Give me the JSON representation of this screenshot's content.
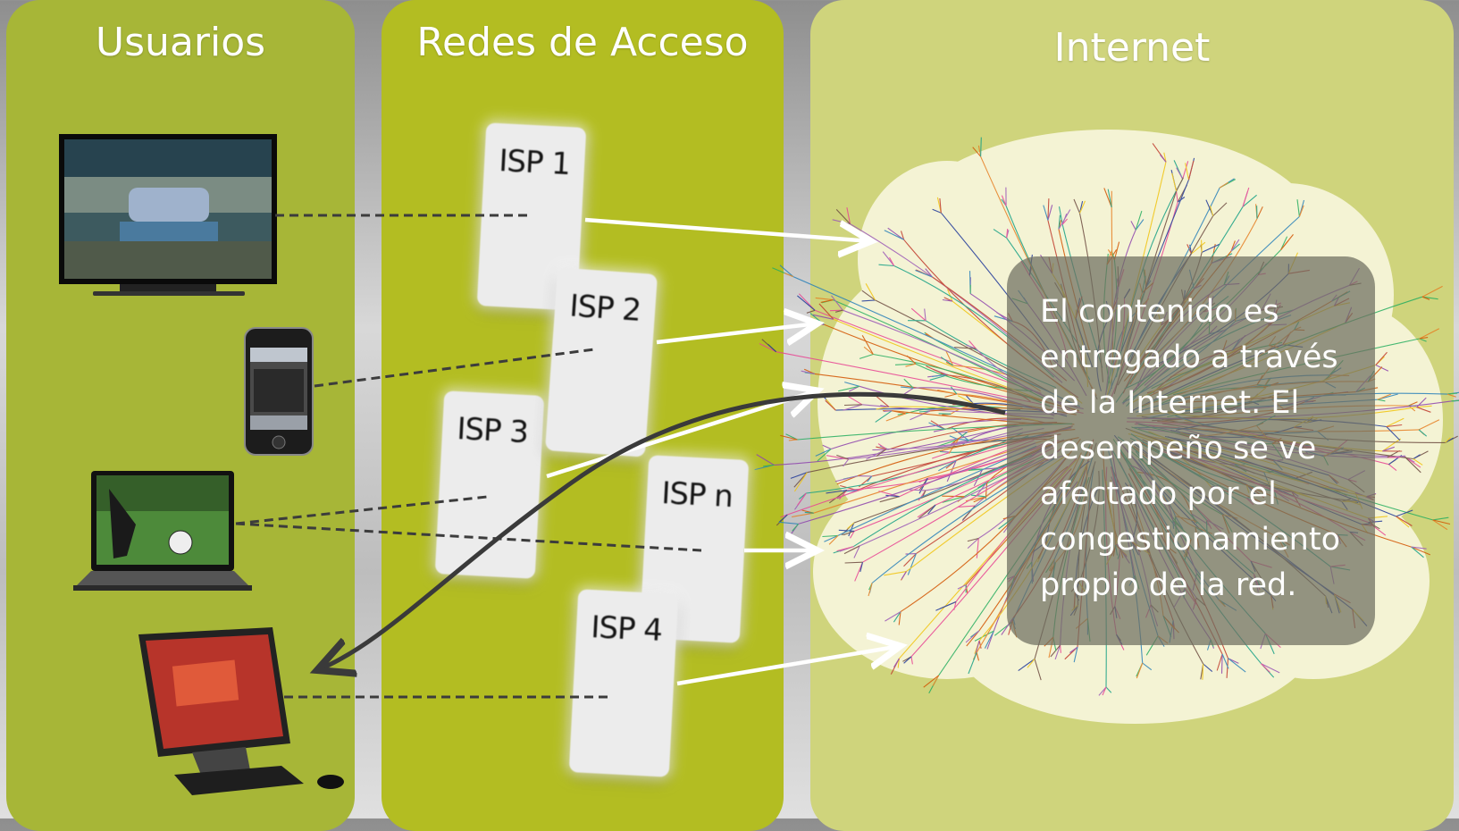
{
  "columns": {
    "users": "Usuarios",
    "access": "Redes de Acceso",
    "internet": "Internet"
  },
  "isps": [
    {
      "id": "isp1",
      "label": "ISP 1"
    },
    {
      "id": "isp2",
      "label": "ISP 2"
    },
    {
      "id": "isp3",
      "label": "ISP 3"
    },
    {
      "id": "ispn",
      "label": "ISP n"
    },
    {
      "id": "isp4",
      "label": "ISP 4"
    }
  ],
  "devices": [
    "television",
    "smartphone",
    "laptop",
    "desktop-computer"
  ],
  "callout": "El contenido es entregado a través de la Internet. El desempeño se ve afectado por el congestionamiento propio de la red.",
  "colors": {
    "users_panel": "#a7b637",
    "access_panel": "#b3bd22",
    "internet_panel": "#cfd47c",
    "cloud": "#f4f3d4"
  }
}
